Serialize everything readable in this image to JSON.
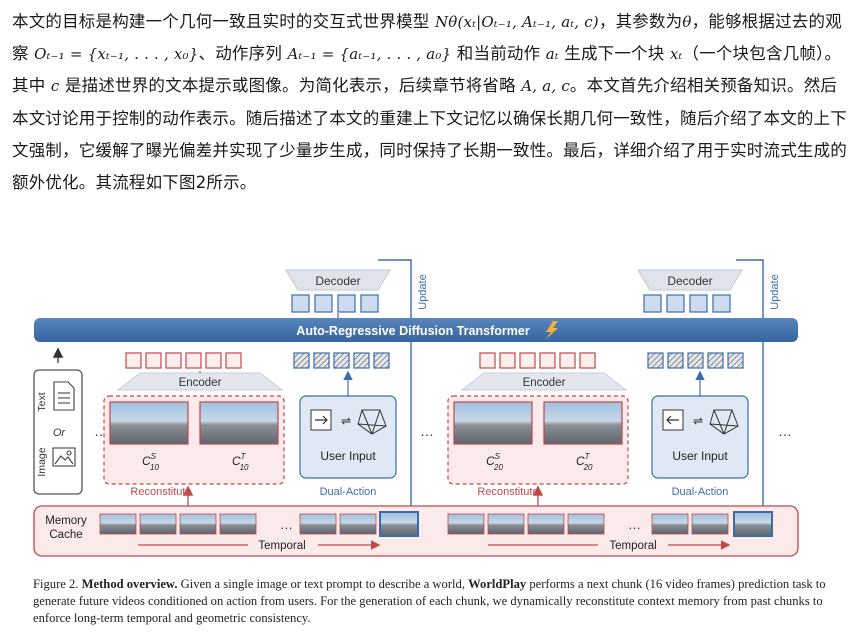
{
  "paragraph": {
    "p1": "本文的目标是构建一个几何一致且实时的交互式世界模型 ",
    "m1": "Nθ(xₜ|Oₜ₋₁, Aₜ₋₁, aₜ, c)",
    "p2": "，其参数为",
    "m2": "θ",
    "p3": "，能够根据过去的观察 ",
    "m3": "Oₜ₋₁ = {xₜ₋₁, . . . , x₀}",
    "p4": "、动作序列 ",
    "m4": "Aₜ₋₁ = {aₜ₋₁, . . . , a₀}",
    "p5": " 和当前动作 ",
    "m5": "aₜ",
    "p6": " 生成下一个块 ",
    "m6": "xₜ",
    "p7": "（一个块包含几帧）。其中 ",
    "m7": "c",
    "p8": " 是描述世界的文本提示或图像。为简化表示，后续章节将省略 ",
    "m8": "A, a, c",
    "p9": "。本文首先介绍相关预备知识。然后本文讨论用于控制的动作表示。随后描述了本文的重建上下文记忆以确保长期几何一致性，随后介绍了本文的上下文强制，它缓解了曝光偏差并实现了少量步生成，同时保持了长期一致性。最后，详细介绍了用于实时流式生成的额外优化。其流程如下图2所示。"
  },
  "figure": {
    "decoder": "Decoder",
    "update": "Update",
    "transformer": "Auto-Regressive Diffusion Transformer",
    "encoder": "Encoder",
    "text_label": "Text",
    "or_label": "Or",
    "image_label": "Image",
    "ellipsis": "…",
    "c_s1": "C",
    "c_s1_sup": "S",
    "c_s1_sub": "10",
    "c_t1": "C",
    "c_t1_sup": "T",
    "c_t1_sub": "10",
    "c_s2": "C",
    "c_s2_sup": "S",
    "c_s2_sub": "20",
    "c_t2": "C",
    "c_t2_sup": "T",
    "c_t2_sub": "20",
    "user_input": "User Input",
    "reconstitute": "Reconstitute",
    "dual_action": "Dual-Action",
    "memory": "Memory",
    "cache": "Cache",
    "temporal": "Temporal",
    "colors": {
      "blue": "#3b6ea8",
      "red": "#c0474c",
      "panel_blue": "#dfe8f4",
      "panel_red": "#fbeaea"
    }
  },
  "caption": {
    "label": "Figure 2.",
    "bold_title": "Method overview.",
    "text1": " Given a single image or text prompt to describe a world, ",
    "bold_name": "WorldPlay",
    "text2": " performs a next chunk (16 video frames) prediction task to generate future videos conditioned on action from users. For the generation of each chunk, we dynamically reconstitute context memory from past chunks to enforce long-term temporal and geometric consistency."
  }
}
